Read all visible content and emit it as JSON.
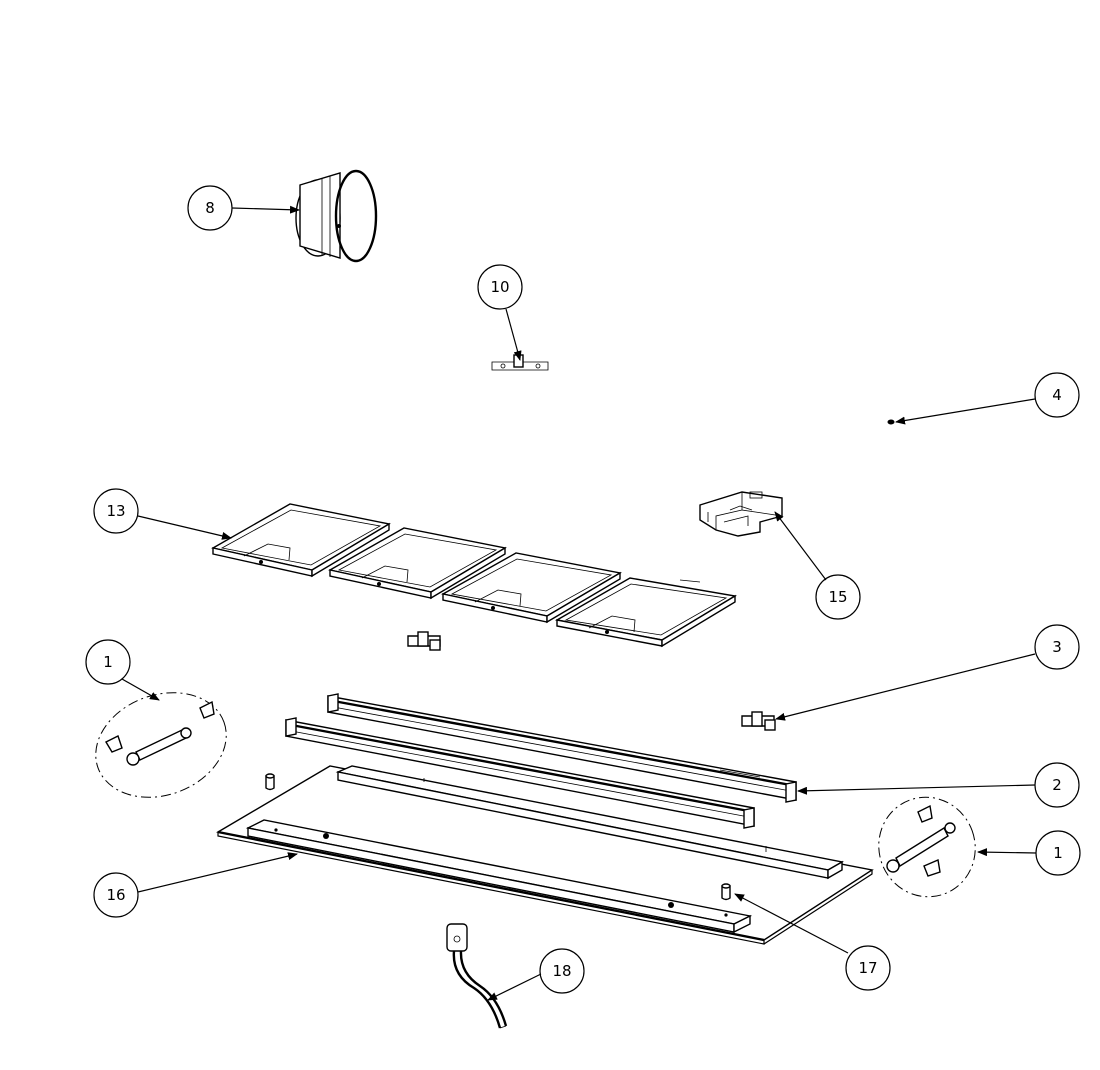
{
  "callouts": [
    {
      "id": "c8",
      "label": "8"
    },
    {
      "id": "c10",
      "label": "10"
    },
    {
      "id": "c4",
      "label": "4"
    },
    {
      "id": "c13",
      "label": "13"
    },
    {
      "id": "c15",
      "label": "15"
    },
    {
      "id": "c1a",
      "label": "1"
    },
    {
      "id": "c3",
      "label": "3"
    },
    {
      "id": "c2",
      "label": "2"
    },
    {
      "id": "c1b",
      "label": "1"
    },
    {
      "id": "c16",
      "label": "16"
    },
    {
      "id": "c17",
      "label": "17"
    },
    {
      "id": "c18",
      "label": "18"
    }
  ]
}
